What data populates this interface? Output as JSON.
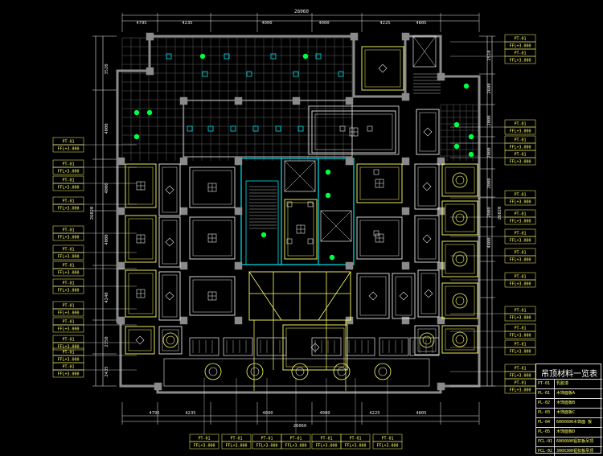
{
  "drawing": {
    "overall_dimension": "26060",
    "top_dims": [
      "4795",
      "4235",
      "4000",
      "4000",
      "4225",
      "4805"
    ],
    "bottom_dims": [
      "4795",
      "4235",
      "4000",
      "4000",
      "4225",
      "4805"
    ],
    "bottom_overall": "26060",
    "left_dims": [
      "3520",
      "4000",
      "4000",
      "4000",
      "4240",
      "2350",
      "2435"
    ],
    "right_dims": [
      "2510",
      "2600",
      "2000",
      "2000",
      "2000",
      "2000",
      "4800"
    ],
    "side_overall": "26020",
    "callout_top_line": "PT-01",
    "callout_bottom_line": "FFL+3.000"
  },
  "legend": {
    "title": "吊顶材料一览表",
    "rows": [
      {
        "code": "PT-01",
        "name": "乳胶漆"
      },
      {
        "code": "PL-01",
        "name": "木饰面板A"
      },
      {
        "code": "PL-02",
        "name": "木饰面板B"
      },
      {
        "code": "PL-03",
        "name": "木饰面板C"
      },
      {
        "code": "PL-04",
        "name": "600X600木饰面 板"
      },
      {
        "code": "PL-05",
        "name": "木饰面板D"
      },
      {
        "code": "PCL-01",
        "name": "600X600铝扣板吊顶"
      },
      {
        "code": "PCL-02",
        "name": "300X300铝扣板吊顶"
      }
    ]
  },
  "colors": {
    "background": "#000000",
    "wall": "#8a8a8a",
    "cyan": "#00e5ee",
    "yellow": "#ffff66",
    "white": "#e8e8e8",
    "green": "#00ff44",
    "gray_line": "#5e5e5e"
  }
}
